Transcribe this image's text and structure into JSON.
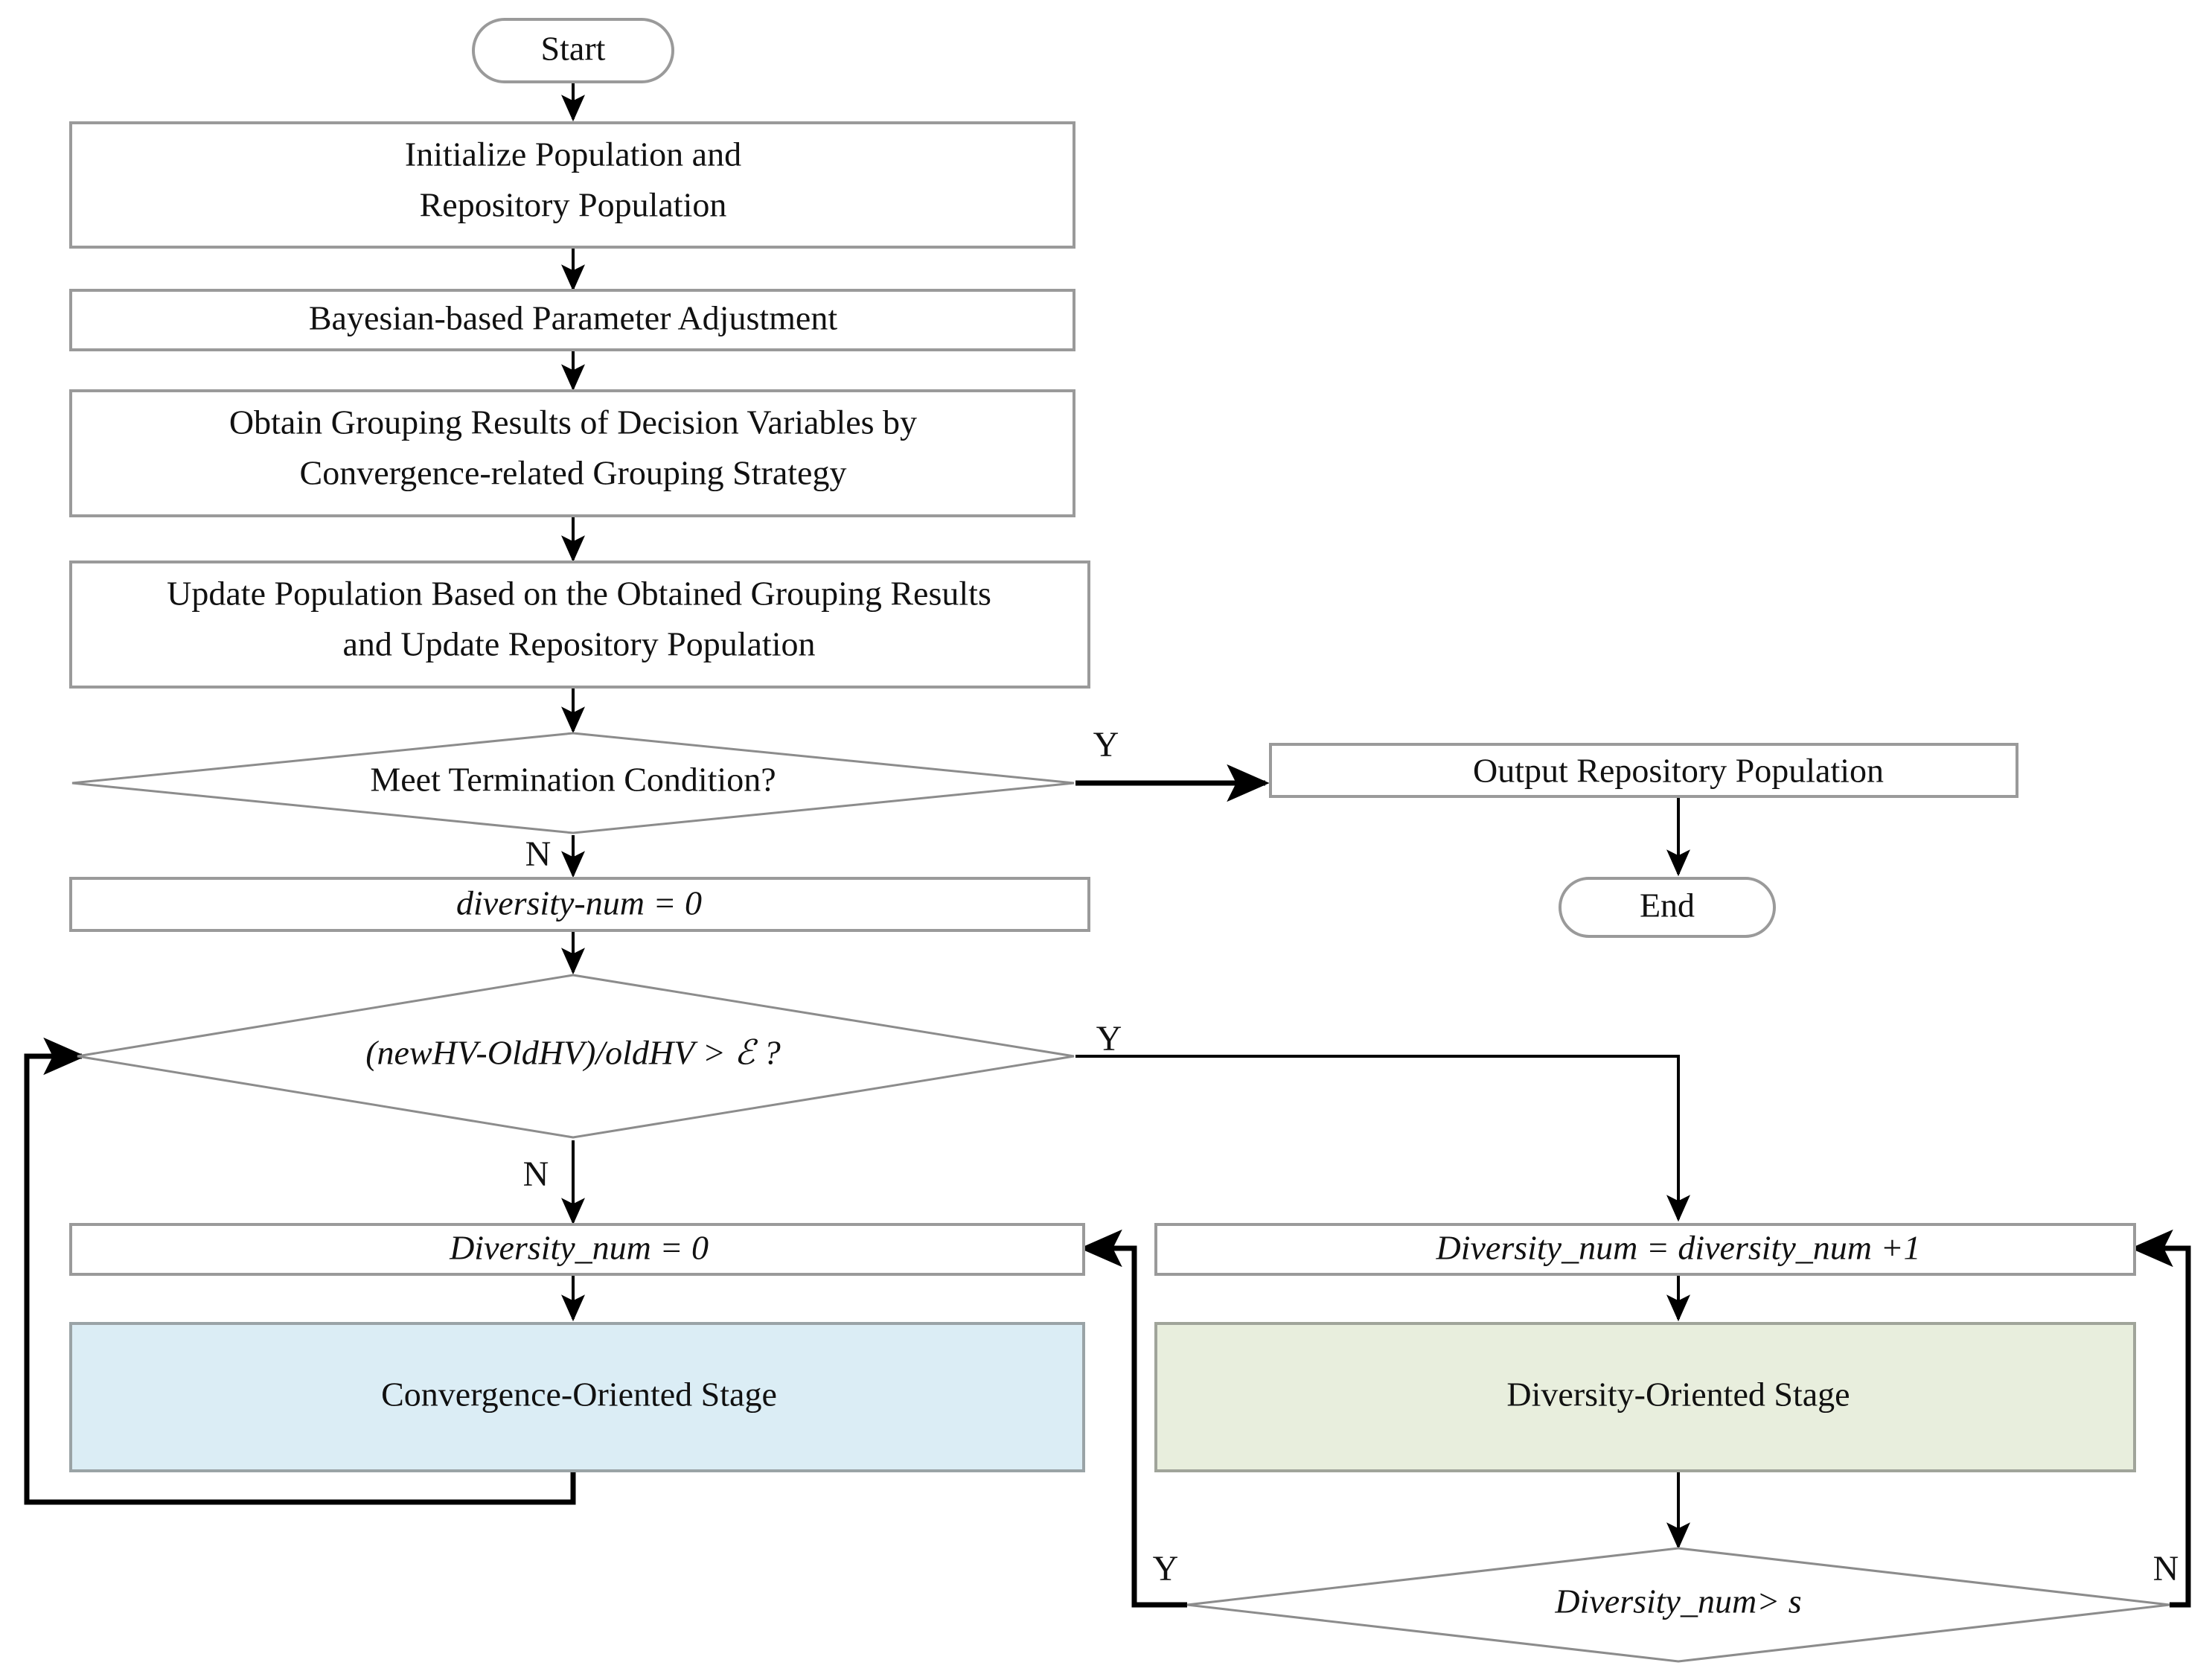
{
  "diagram": {
    "title": "Algorithm Flowchart",
    "colors": {
      "convergence_stage_fill": "#dbedf5",
      "diversity_stage_fill": "#e8eedd",
      "box_stroke": "#9a9a9a",
      "edge": "#000000",
      "background": "#ffffff"
    },
    "nodes": {
      "start": {
        "label": "Start",
        "shape": "terminator"
      },
      "init": {
        "line1": "Initialize Population and",
        "line2": "Repository Population",
        "shape": "process"
      },
      "bayes": {
        "label": "Bayesian-based Parameter Adjustment",
        "shape": "process"
      },
      "grouping": {
        "line1": "Obtain Grouping Results of Decision Variables by",
        "line2": "Convergence-related Grouping Strategy",
        "shape": "process"
      },
      "update": {
        "line1": "Update Population Based on the Obtained Grouping Results",
        "line2": "and Update Repository Population",
        "shape": "process"
      },
      "terminate": {
        "label": "Meet Termination Condition?",
        "shape": "decision"
      },
      "output": {
        "label": "Output Repository Population",
        "shape": "process"
      },
      "end": {
        "label": "End",
        "shape": "terminator"
      },
      "divnum_reset_lower": {
        "label": "diversity-num = 0",
        "shape": "process",
        "italic": true
      },
      "hv_check": {
        "label": "(newHV-OldHV)/oldHV > ℰ ?",
        "shape": "decision"
      },
      "divnum_zero": {
        "label": "Diversity_num = 0",
        "shape": "process",
        "italic": true
      },
      "divnum_inc": {
        "label": "Diversity_num = diversity_num +1",
        "shape": "process",
        "italic": true
      },
      "conv_stage": {
        "label": "Convergence-Oriented Stage",
        "shape": "process"
      },
      "div_stage": {
        "label": "Diversity-Oriented Stage",
        "shape": "process"
      },
      "divnum_gt_s": {
        "label": "Diversity_num> s",
        "shape": "decision",
        "italic": true
      }
    },
    "branch_labels": {
      "terminate_yes": "Y",
      "terminate_no": "N",
      "hv_yes": "Y",
      "hv_no": "N",
      "divnum_yes": "Y",
      "divnum_no": "N"
    }
  }
}
